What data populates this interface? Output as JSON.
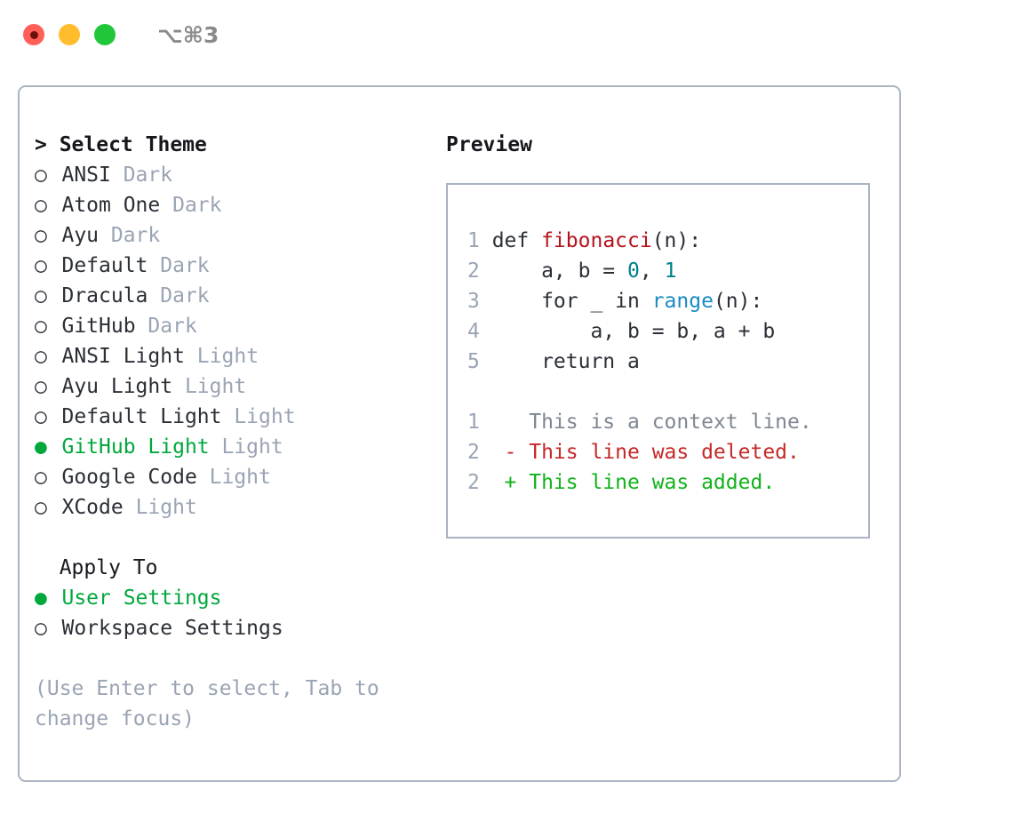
{
  "titlebar": {
    "shortcut": "⌥⌘3",
    "lights": [
      "close-red",
      "minimize-yellow",
      "maximize-green"
    ]
  },
  "theme_selector": {
    "header": "> Select Theme",
    "options": [
      {
        "marker": "○",
        "label": "ANSI",
        "tag": "Dark",
        "selected": false
      },
      {
        "marker": "○",
        "label": "Atom One",
        "tag": "Dark",
        "selected": false
      },
      {
        "marker": "○",
        "label": "Ayu",
        "tag": "Dark",
        "selected": false
      },
      {
        "marker": "○",
        "label": "Default",
        "tag": "Dark",
        "selected": false
      },
      {
        "marker": "○",
        "label": "Dracula",
        "tag": "Dark",
        "selected": false
      },
      {
        "marker": "○",
        "label": "GitHub",
        "tag": "Dark",
        "selected": false
      },
      {
        "marker": "○",
        "label": "ANSI Light",
        "tag": "Light",
        "selected": false
      },
      {
        "marker": "○",
        "label": "Ayu Light",
        "tag": "Light",
        "selected": false
      },
      {
        "marker": "○",
        "label": "Default Light",
        "tag": "Light",
        "selected": false
      },
      {
        "marker": "●",
        "label": "GitHub Light",
        "tag": "Light",
        "selected": true
      },
      {
        "marker": "○",
        "label": "Google Code",
        "tag": "Light",
        "selected": false
      },
      {
        "marker": "○",
        "label": "XCode",
        "tag": "Light",
        "selected": false
      }
    ]
  },
  "apply_to": {
    "header": "  Apply To",
    "options": [
      {
        "marker": "●",
        "label": "User Settings",
        "selected": true
      },
      {
        "marker": "○",
        "label": "Workspace Settings",
        "selected": false
      }
    ]
  },
  "hint": "(Use Enter to select, Tab to change focus)",
  "preview": {
    "title": "Preview",
    "code_lines": [
      {
        "num": "1",
        "segments": [
          {
            "text": "def ",
            "type": "plain"
          },
          {
            "text": "fibonacci",
            "type": "fn"
          },
          {
            "text": "(n):",
            "type": "plain"
          }
        ]
      },
      {
        "num": "2",
        "segments": [
          {
            "text": "    a, b = ",
            "type": "plain"
          },
          {
            "text": "0",
            "type": "num"
          },
          {
            "text": ", ",
            "type": "plain"
          },
          {
            "text": "1",
            "type": "num"
          }
        ]
      },
      {
        "num": "3",
        "segments": [
          {
            "text": "    for _ in ",
            "type": "plain"
          },
          {
            "text": "range",
            "type": "builtin"
          },
          {
            "text": "(n):",
            "type": "plain"
          }
        ]
      },
      {
        "num": "4",
        "segments": [
          {
            "text": "        a, b = b, a + b",
            "type": "plain"
          }
        ]
      },
      {
        "num": "5",
        "segments": [
          {
            "text": "    return a",
            "type": "plain"
          }
        ]
      }
    ],
    "diff_lines": [
      {
        "num": "1",
        "prefix": "  ",
        "text": "This is a context line.",
        "kind": "ctx"
      },
      {
        "num": "2",
        "prefix": "- ",
        "text": "This line was deleted.",
        "kind": "del"
      },
      {
        "num": "2",
        "prefix": "+ ",
        "text": "This line was added.",
        "kind": "add"
      }
    ]
  },
  "colors": {
    "accent_green": "#00a83c",
    "muted": "#9aa4b4",
    "border": "#aab4c2",
    "text": "#2b2f36",
    "diff_add": "#12b31b",
    "diff_del": "#c62828",
    "syntax_fn": "#b5121b",
    "syntax_num": "#00808a",
    "syntax_builtin": "#1a8bc4"
  }
}
